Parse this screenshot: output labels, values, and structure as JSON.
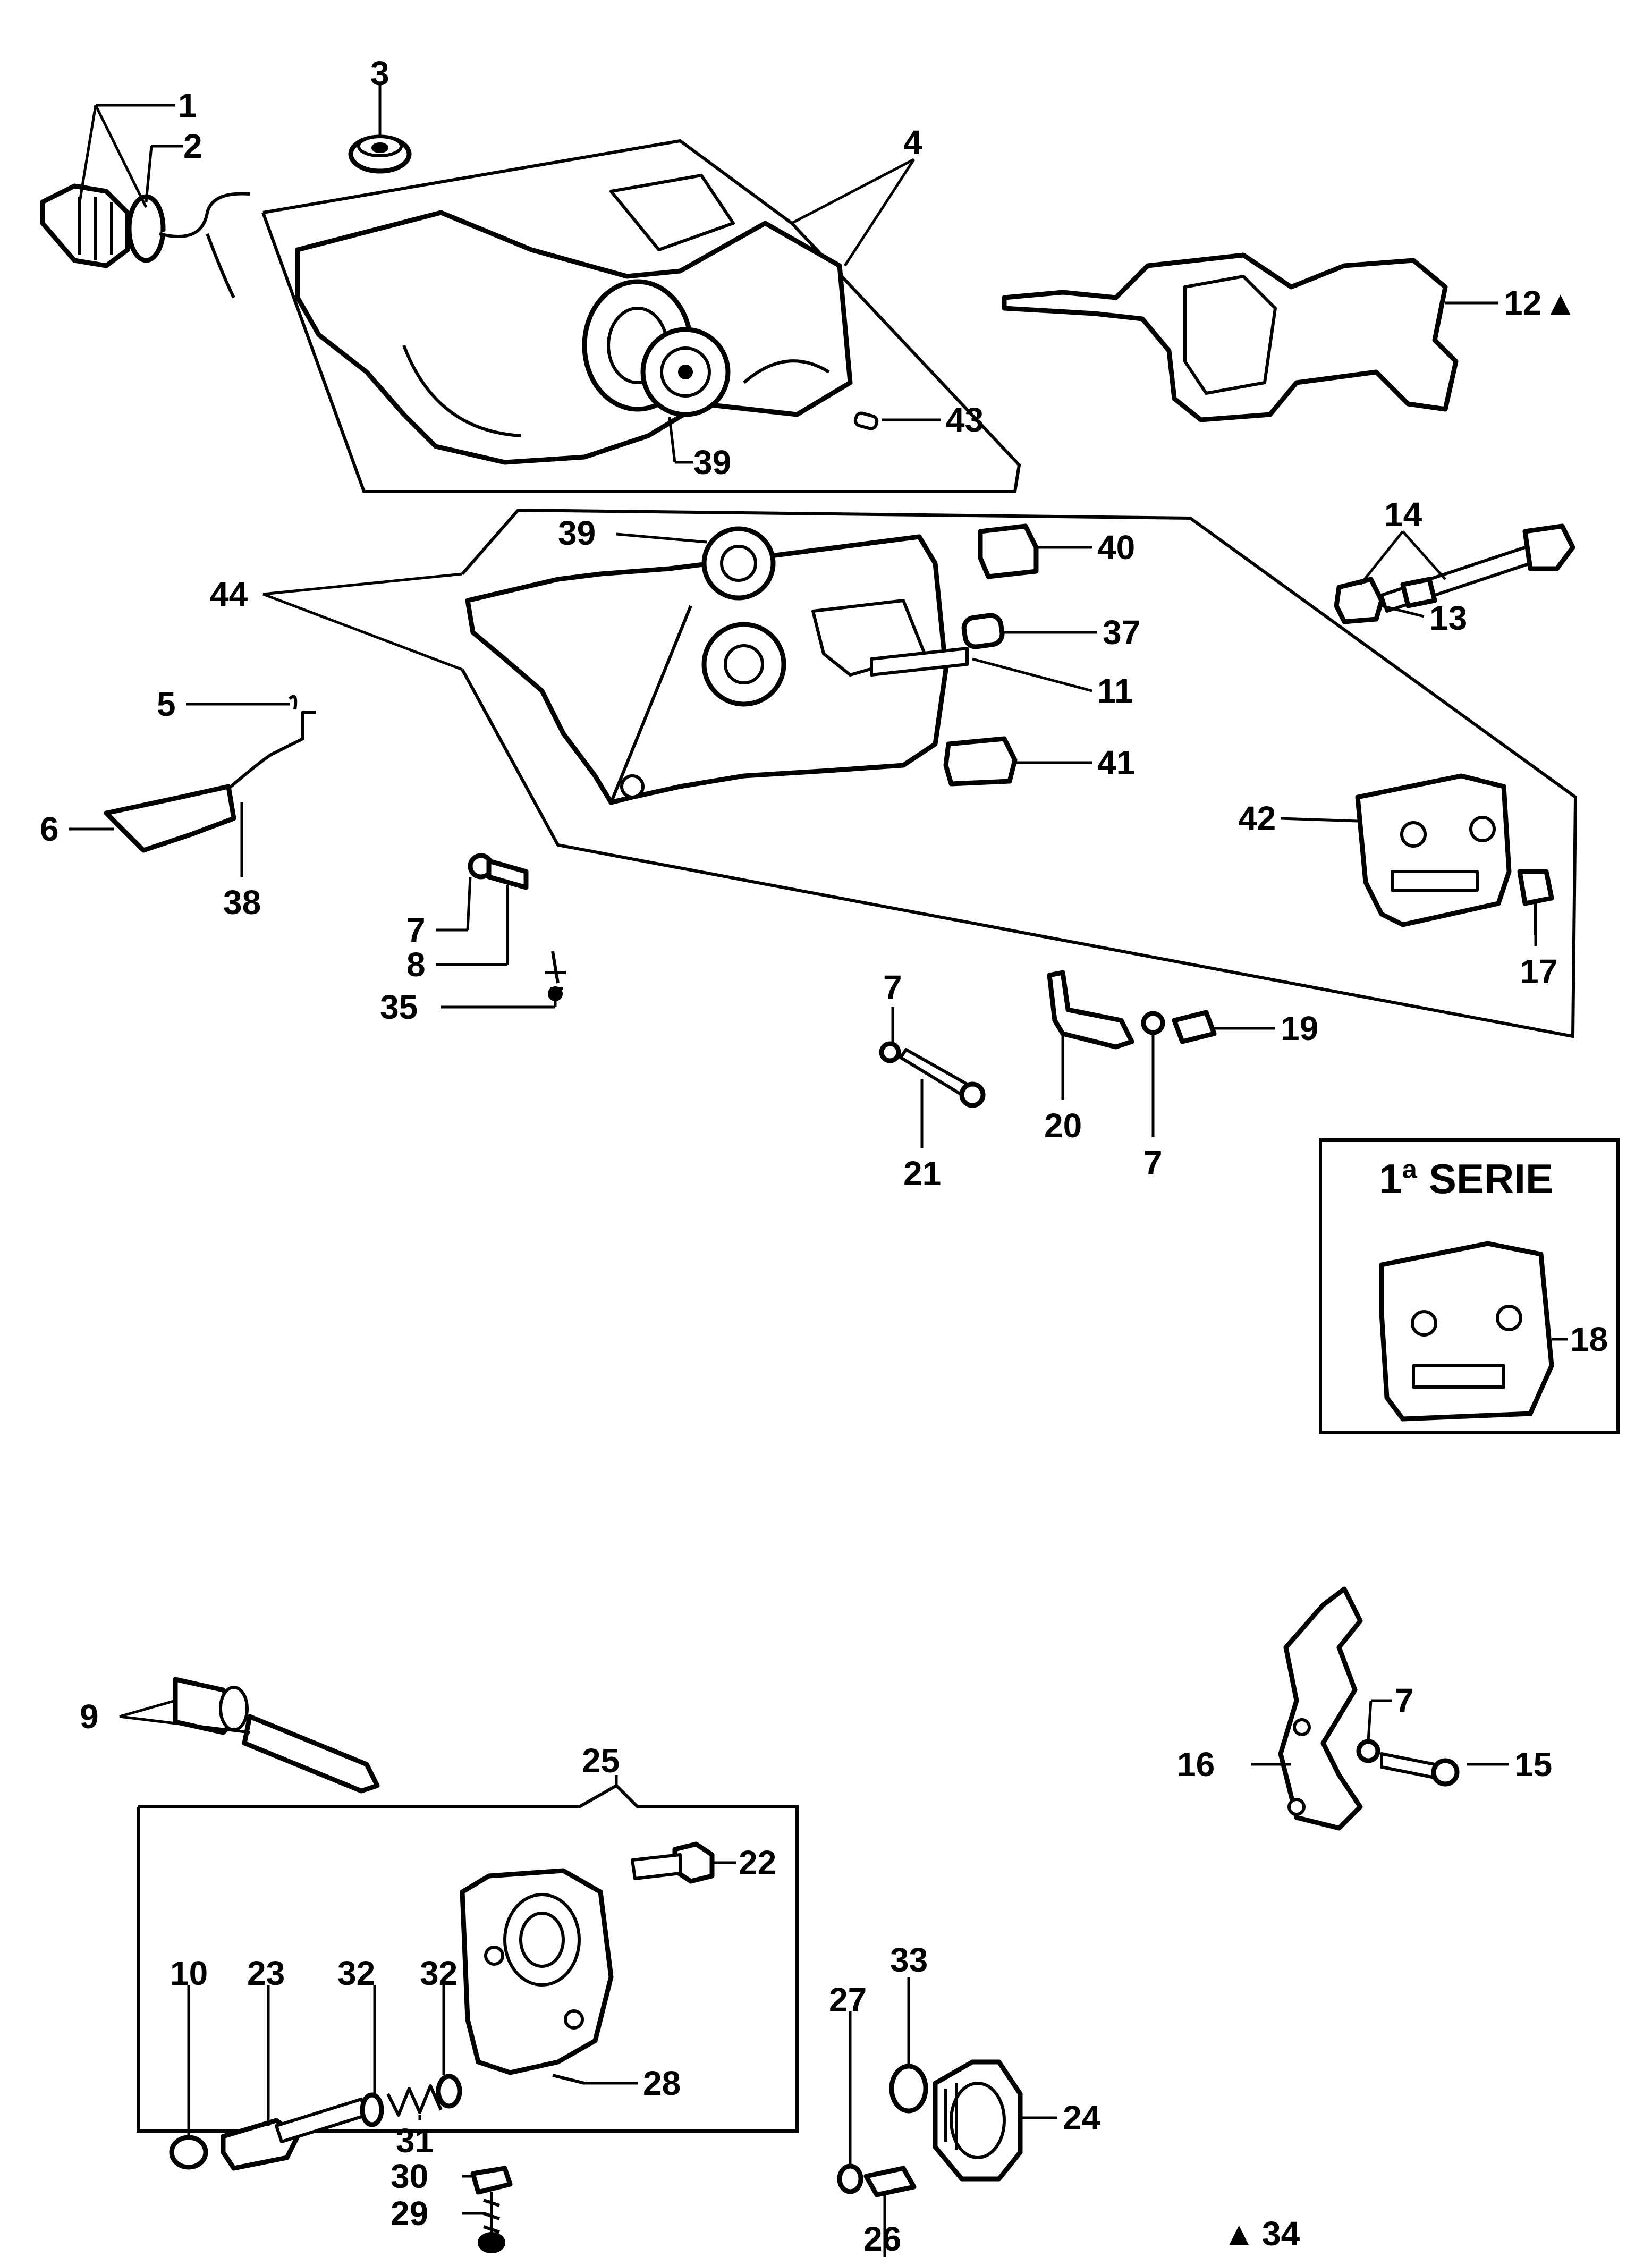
{
  "labels": {
    "l1": "1",
    "l2": "2",
    "l3": "3",
    "l4": "4",
    "l5": "5",
    "l6": "6",
    "l7a": "7",
    "l7b": "7",
    "l7c": "7",
    "l7d": "7",
    "l8": "8",
    "l9": "9",
    "l10": "10",
    "l11": "11",
    "l12": "12",
    "l13": "13",
    "l14": "14",
    "l15": "15",
    "l16": "16",
    "l17": "17",
    "l18": "18",
    "l19": "19",
    "l20": "20",
    "l21": "21",
    "l22": "22",
    "l23": "23",
    "l24": "24",
    "l25": "25",
    "l26": "26",
    "l27": "27",
    "l28": "28",
    "l29": "29",
    "l30": "30",
    "l31": "31",
    "l32a": "32",
    "l32b": "32",
    "l33": "33",
    "l34": "34",
    "l35": "35",
    "l37": "37",
    "l38": "38",
    "l39a": "39",
    "l39b": "39",
    "l40": "40",
    "l41": "41",
    "l42": "42",
    "l43": "43",
    "l44": "44"
  },
  "inset": {
    "title": "1ª SERIE"
  },
  "markers": {
    "triangle_symbol": "▲"
  }
}
